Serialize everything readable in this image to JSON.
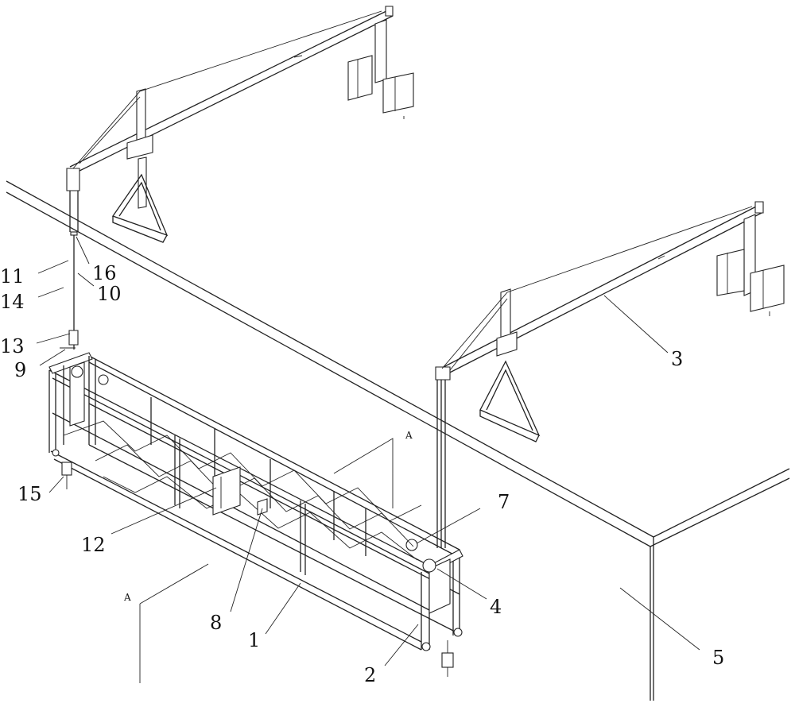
{
  "figure": {
    "labels": {
      "l1": "1",
      "l2": "2",
      "l3": "3",
      "l4": "4",
      "l5": "5",
      "l7": "7",
      "l8": "8",
      "l9": "9",
      "l10": "10",
      "l11": "11",
      "l12": "12",
      "l13": "13",
      "l14": "14",
      "l15": "15",
      "l16": "16"
    },
    "section_marker": "A",
    "section_marker_2": "A"
  }
}
